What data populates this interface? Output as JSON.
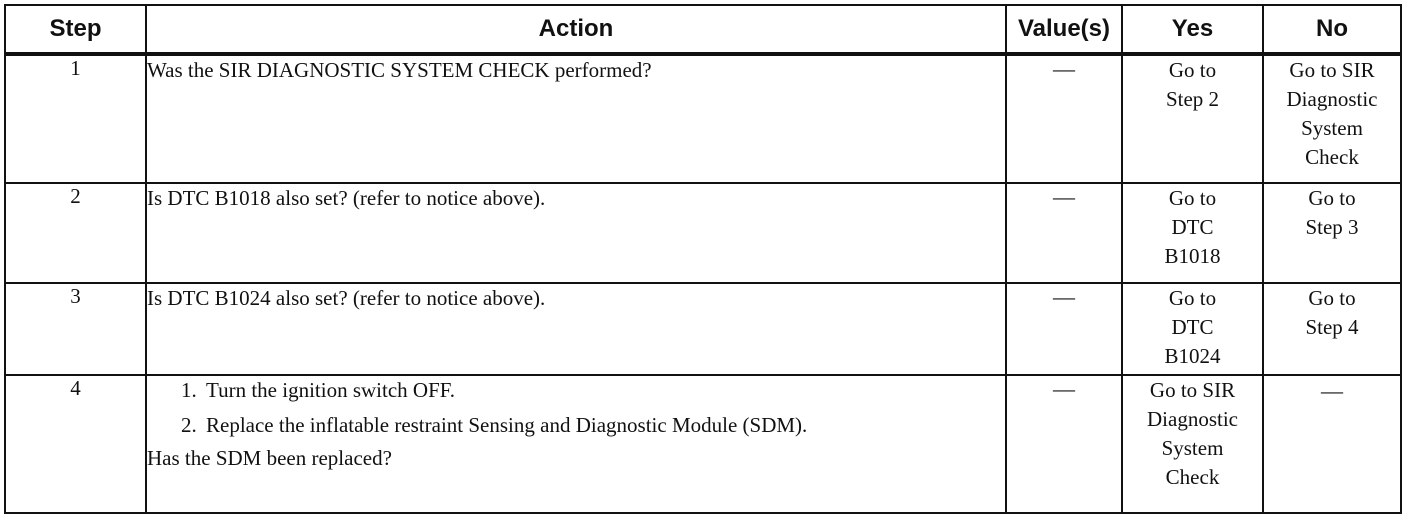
{
  "table": {
    "headers": {
      "step": "Step",
      "action": "Action",
      "values": "Value(s)",
      "yes": "Yes",
      "no": "No"
    },
    "rows": [
      {
        "step": "1",
        "action": "Was the SIR DIAGNOSTIC SYSTEM CHECK performed?",
        "values": "—",
        "yes": [
          "Go to",
          "Step 2"
        ],
        "no": [
          "Go to SIR",
          "Diagnostic",
          "System",
          "Check"
        ]
      },
      {
        "step": "2",
        "action": "Is DTC B1018 also set? (refer to notice above).",
        "values": "—",
        "yes": [
          "Go to",
          "DTC",
          "B1018"
        ],
        "no": [
          "Go to",
          "Step 3"
        ]
      },
      {
        "step": "3",
        "action": "Is DTC B1024 also set? (refer to notice above).",
        "values": "—",
        "yes": [
          "Go to",
          "DTC",
          "B1024"
        ],
        "no": [
          "Go to",
          "Step 4"
        ]
      },
      {
        "step": "4",
        "action_steps": [
          "Turn the ignition switch OFF.",
          "Replace the inflatable restraint Sensing and Diagnostic Module (SDM)."
        ],
        "action_question": "Has the SDM been replaced?",
        "values": "—",
        "yes": [
          "Go to SIR",
          "Diagnostic",
          "System",
          "Check"
        ],
        "no": "—"
      }
    ]
  }
}
